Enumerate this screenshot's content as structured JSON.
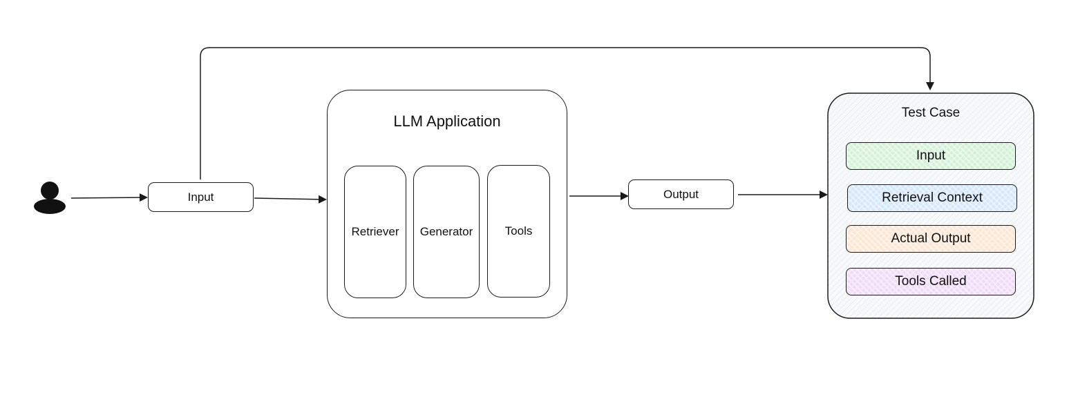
{
  "input_box": {
    "label": "Input"
  },
  "llm_app": {
    "title": "LLM Application",
    "components": [
      {
        "label": "Retriever"
      },
      {
        "label": "Generator"
      },
      {
        "label": "Tools"
      }
    ]
  },
  "output_box": {
    "label": "Output"
  },
  "test_case": {
    "title": "Test Case",
    "fields": [
      {
        "label": "Input",
        "color": "#d5f2d9"
      },
      {
        "label": "Retrieval Context",
        "color": "#d4e8fa"
      },
      {
        "label": "Actual Output",
        "color": "#fbe7d3"
      },
      {
        "label": "Tools Called",
        "color": "#f0dcf7"
      }
    ]
  }
}
